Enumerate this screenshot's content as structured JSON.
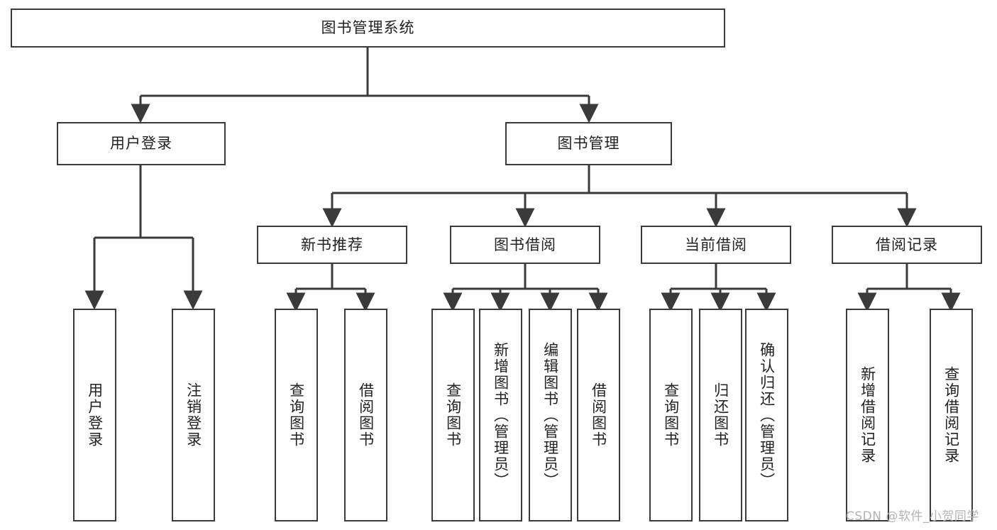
{
  "diagram": {
    "type": "tree-hierarchy",
    "title": "图书管理系统",
    "root": {
      "label": "图书管理系统"
    },
    "level1": [
      {
        "label": "用户登录"
      },
      {
        "label": "图书管理"
      }
    ],
    "level2": [
      {
        "label": "新书推荐",
        "parent": "图书管理"
      },
      {
        "label": "图书借阅",
        "parent": "图书管理"
      },
      {
        "label": "当前借阅",
        "parent": "图书管理"
      },
      {
        "label": "借阅记录",
        "parent": "图书管理"
      }
    ],
    "leaves": {
      "user_login": [
        {
          "label": "用户登录"
        },
        {
          "label": "注销登录"
        }
      ],
      "new_book_recommend": [
        {
          "label": "查询图书"
        },
        {
          "label": "借阅图书"
        }
      ],
      "book_borrow": [
        {
          "label": "查询图书"
        },
        {
          "label": "新增图书（管理员）"
        },
        {
          "label": "编辑图书（管理员）"
        },
        {
          "label": "借阅图书"
        }
      ],
      "current_borrow": [
        {
          "label": "查询图书"
        },
        {
          "label": "归还图书"
        },
        {
          "label": "确认归还（管理员）"
        }
      ],
      "borrow_record": [
        {
          "label": "新增借阅记录"
        },
        {
          "label": "查询借阅记录"
        }
      ]
    }
  },
  "watermark": {
    "text": "CSDN @软件_小贺同学"
  },
  "colors": {
    "stroke": "#3a3a3a",
    "text": "#222222",
    "background": "#ffffff",
    "watermark": "#b3b3b3"
  }
}
